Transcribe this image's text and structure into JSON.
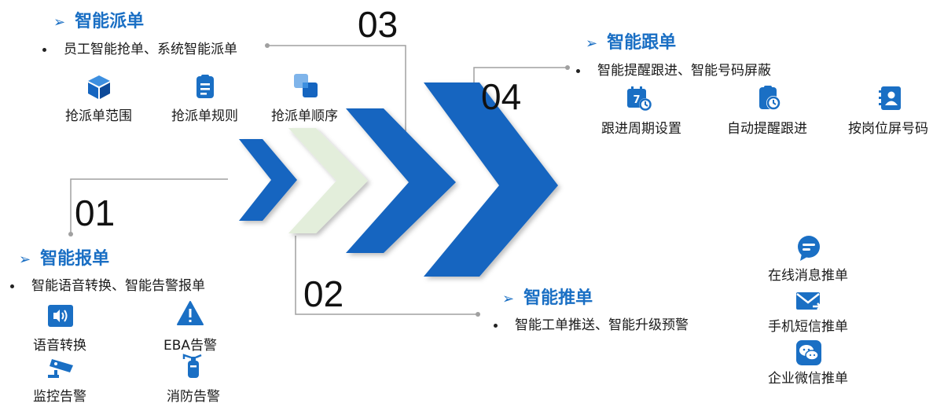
{
  "colors": {
    "primary": "#1565c0",
    "light": "#e3eedb",
    "text": "#1a1a1a",
    "line": "#a0a0a0"
  },
  "stages": [
    {
      "id": "01",
      "number": "01",
      "title": "智能报单",
      "bullet": "智能语音转换、智能告警报单",
      "items": [
        {
          "label": "语音转换",
          "icon": "voice-icon"
        },
        {
          "label": "EBA告警",
          "icon": "warning-icon"
        },
        {
          "label": "监控告警",
          "icon": "camera-icon"
        },
        {
          "label": "消防告警",
          "icon": "fire-extinguisher-icon"
        }
      ]
    },
    {
      "id": "02",
      "number": "02",
      "title": "智能推单",
      "bullet": "智能工单推送、智能升级预警",
      "items": [
        {
          "label": "在线消息推单",
          "icon": "chat-icon"
        },
        {
          "label": "手机短信推单",
          "icon": "mail-icon"
        },
        {
          "label": "企业微信推单",
          "icon": "wechat-icon"
        }
      ]
    },
    {
      "id": "03",
      "number": "03",
      "title": "智能派单",
      "bullet": "员工智能抢单、系统智能派单",
      "items": [
        {
          "label": "抢派单范围",
          "icon": "cube-icon"
        },
        {
          "label": "抢派单规则",
          "icon": "document-icon"
        },
        {
          "label": "抢派单顺序",
          "icon": "layers-icon"
        }
      ]
    },
    {
      "id": "04",
      "number": "04",
      "title": "智能跟单",
      "bullet": "智能提醒跟进、智能号码屏蔽",
      "items": [
        {
          "label": "跟进周期设置",
          "icon": "calendar-icon"
        },
        {
          "label": "自动提醒跟进",
          "icon": "clock-icon"
        },
        {
          "label": "按岗位屏号码",
          "icon": "contacts-icon"
        }
      ]
    }
  ]
}
